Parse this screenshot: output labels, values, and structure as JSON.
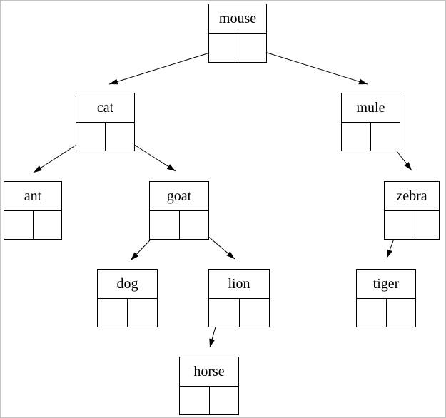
{
  "diagram": {
    "type": "binary-tree",
    "nodes": [
      {
        "id": "mouse",
        "label": "mouse"
      },
      {
        "id": "cat",
        "label": "cat"
      },
      {
        "id": "mule",
        "label": "mule"
      },
      {
        "id": "ant",
        "label": "ant"
      },
      {
        "id": "goat",
        "label": "goat"
      },
      {
        "id": "zebra",
        "label": "zebra"
      },
      {
        "id": "dog",
        "label": "dog"
      },
      {
        "id": "lion",
        "label": "lion"
      },
      {
        "id": "tiger",
        "label": "tiger"
      },
      {
        "id": "horse",
        "label": "horse"
      }
    ],
    "edges": [
      {
        "from": "mouse",
        "pointer": "left",
        "to": "cat"
      },
      {
        "from": "mouse",
        "pointer": "right",
        "to": "mule"
      },
      {
        "from": "cat",
        "pointer": "left",
        "to": "ant"
      },
      {
        "from": "cat",
        "pointer": "right",
        "to": "goat"
      },
      {
        "from": "mule",
        "pointer": "right",
        "to": "zebra"
      },
      {
        "from": "goat",
        "pointer": "left",
        "to": "dog"
      },
      {
        "from": "goat",
        "pointer": "right",
        "to": "lion"
      },
      {
        "from": "zebra",
        "pointer": "left",
        "to": "tiger"
      },
      {
        "from": "lion",
        "pointer": "left",
        "to": "horse"
      }
    ],
    "colors": {
      "line": "#000000",
      "text": "#000000",
      "background": "#ffffff",
      "page_border": "#c2c2c2"
    }
  }
}
